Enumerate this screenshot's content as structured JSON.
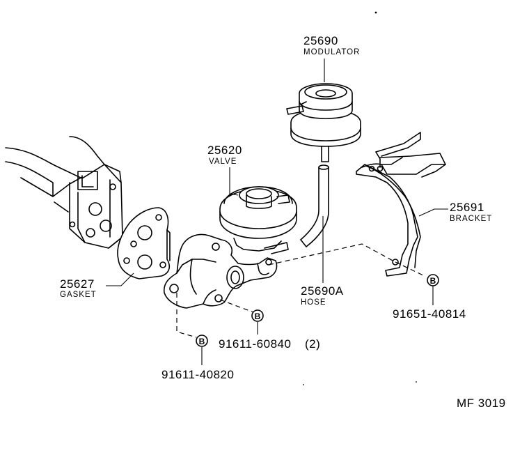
{
  "parts": {
    "modulator": {
      "number": "25690",
      "name": "MODULATOR"
    },
    "valve": {
      "number": "25620",
      "name": "VALVE"
    },
    "bracket": {
      "number": "25691",
      "name": "BRACKET"
    },
    "gasket": {
      "number": "25627",
      "name": "GASKET"
    },
    "hose": {
      "number": "25690A",
      "name": "HOSE"
    },
    "bolt_bracket": {
      "marker": "B",
      "number": "91651-40814"
    },
    "bolt_valve": {
      "marker": "B",
      "number": "91611-60840",
      "qty": "(2)"
    },
    "bolt_flange": {
      "marker": "B",
      "number": "91611-40820"
    }
  },
  "figure_code": "MF 3019"
}
